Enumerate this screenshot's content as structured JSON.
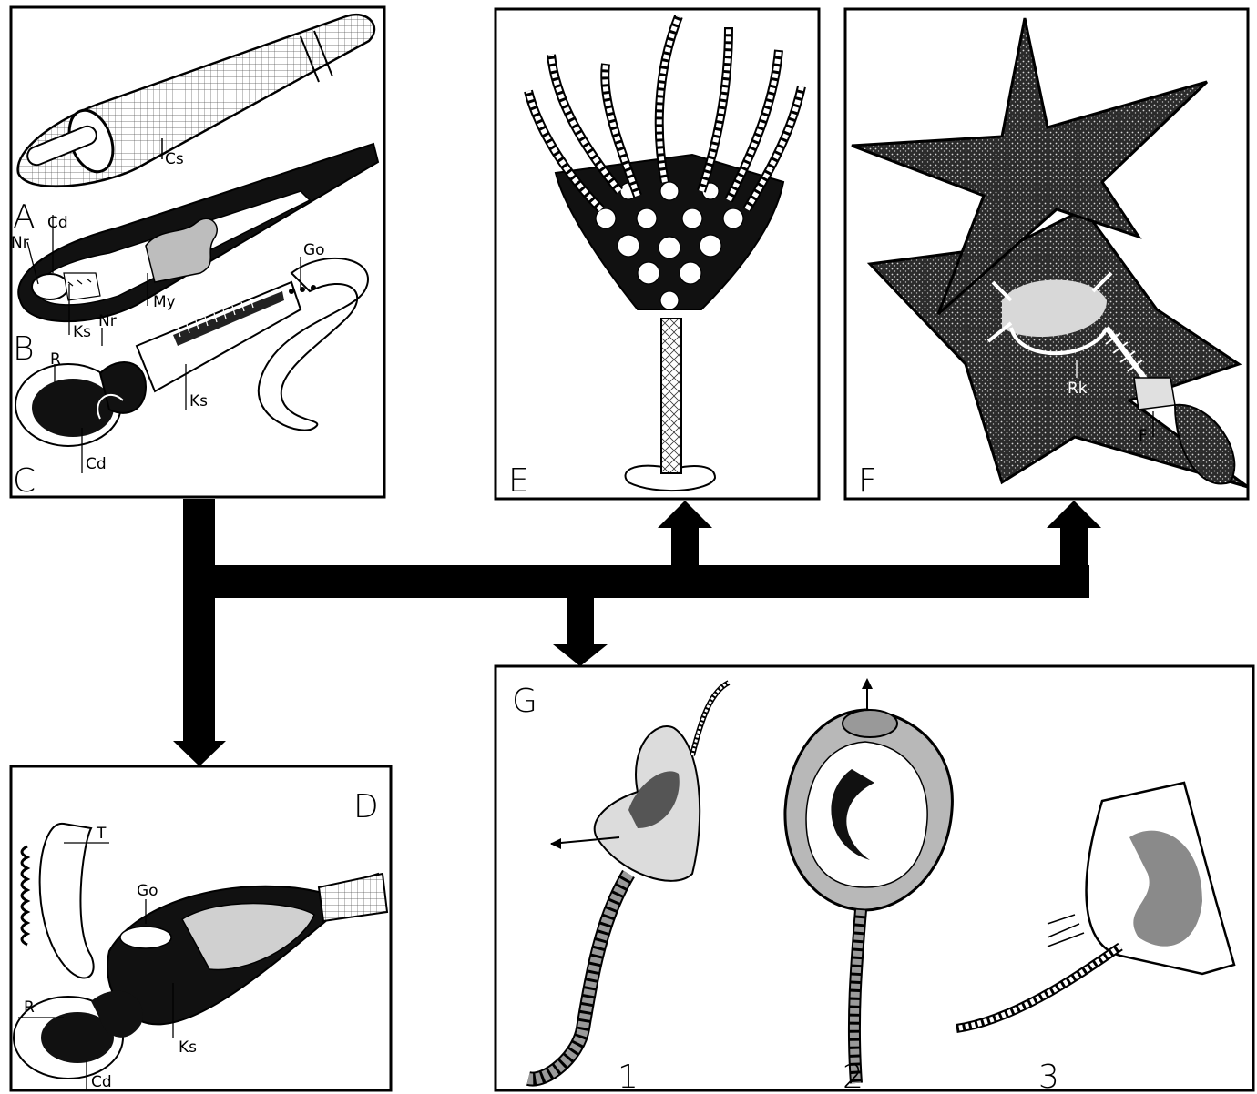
{
  "panels": {
    "A": {
      "letter": "A",
      "labels": {
        "cs": "Cs"
      }
    },
    "B": {
      "letter": "B",
      "labels": {
        "nr": "Nr",
        "cd": "Cd",
        "my": "My",
        "ks": "Ks",
        "go": "Go"
      }
    },
    "C": {
      "letter": "C",
      "labels": {
        "r": "R",
        "nr": "Nr",
        "ks": "Ks",
        "cd": "Cd"
      }
    },
    "D": {
      "letter": "D",
      "labels": {
        "t": "T",
        "go": "Go",
        "r": "R",
        "ks": "Ks",
        "cd": "Cd"
      }
    },
    "E": {
      "letter": "E"
    },
    "F": {
      "letter": "F",
      "labels": {
        "rk": "Rk",
        "f": "F"
      }
    },
    "G": {
      "letter": "G",
      "numbers": [
        "1",
        "2",
        "3"
      ]
    }
  },
  "colors": {
    "ink": "#000000",
    "paper": "#ffffff",
    "gray": "#9a9a9a"
  }
}
